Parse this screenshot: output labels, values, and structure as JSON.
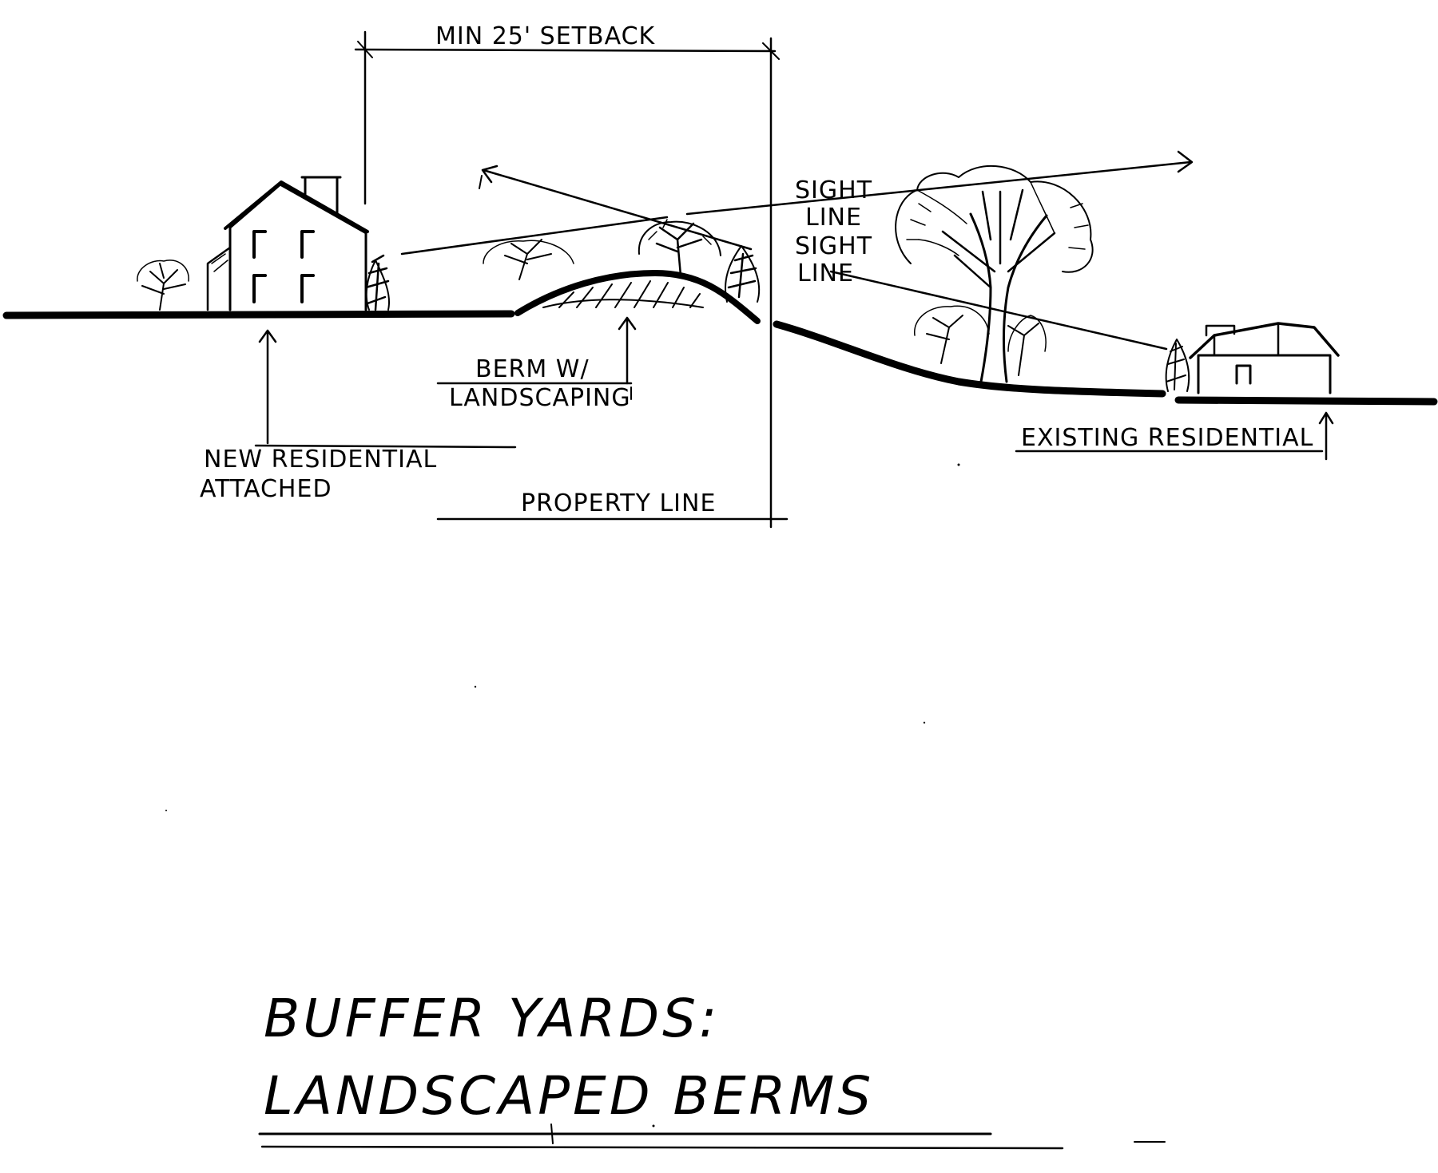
{
  "labels": {
    "setback": "MIN 25' SETBACK",
    "sight_line_upper_1": "SIGHT",
    "sight_line_upper_2": "LINE",
    "sight_line_lower_1": "SIGHT",
    "sight_line_lower_2": "LINE",
    "berm_1": "BERM W/",
    "berm_2": "LANDSCAPING",
    "new_res_1": "NEW RESIDENTIAL",
    "new_res_2": "ATTACHED",
    "property_line": "PROPERTY LINE",
    "existing_res": "EXISTING RESIDENTIAL"
  },
  "title": {
    "line1": "BUFFER YARDS:",
    "line2": "LANDSCAPED BERMS"
  },
  "colors": {
    "ink": "#000000",
    "paper": "#ffffff"
  }
}
